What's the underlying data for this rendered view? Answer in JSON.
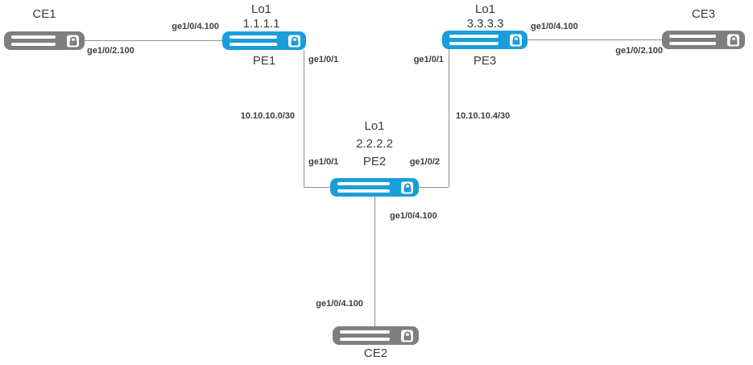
{
  "nodes": {
    "ce1": {
      "title": "CE1"
    },
    "ce2": {
      "title": "CE2"
    },
    "ce3": {
      "title": "CE3"
    },
    "pe1": {
      "loopback": "Lo1",
      "loopback_ip": "1.1.1.1",
      "title": "PE1"
    },
    "pe2": {
      "loopback": "Lo1",
      "loopback_ip": "2.2.2.2",
      "title": "PE2"
    },
    "pe3": {
      "loopback": "Lo1",
      "loopback_ip": "3.3.3.3",
      "title": "PE3"
    }
  },
  "links": {
    "ce1_pe1": {
      "ce1_interface": "ge1/0/2.100",
      "pe1_interface": "ge1/0/4.100"
    },
    "pe1_pe2": {
      "pe1_interface": "ge1/0/1",
      "subnet": "10.10.10.0/30",
      "pe2_interface": "ge1/0/1"
    },
    "pe2_pe3": {
      "pe3_interface": "ge1/0/1",
      "subnet": "10.10.10.4/30",
      "pe2_interface": "ge1/0/2"
    },
    "pe3_ce3": {
      "pe3_interface": "ge1/0/4.100",
      "ce3_interface": "ge1/0/2.100"
    },
    "pe2_ce2": {
      "pe2_interface": "ge1/0/4.100",
      "ce2_interface": "ge1/0/4.100"
    }
  },
  "colors": {
    "pe_router": "#1a9ed9",
    "ce_router": "#7f7f7f",
    "link_line": "#8f8f8f",
    "label_text": "#3d3d3d"
  }
}
